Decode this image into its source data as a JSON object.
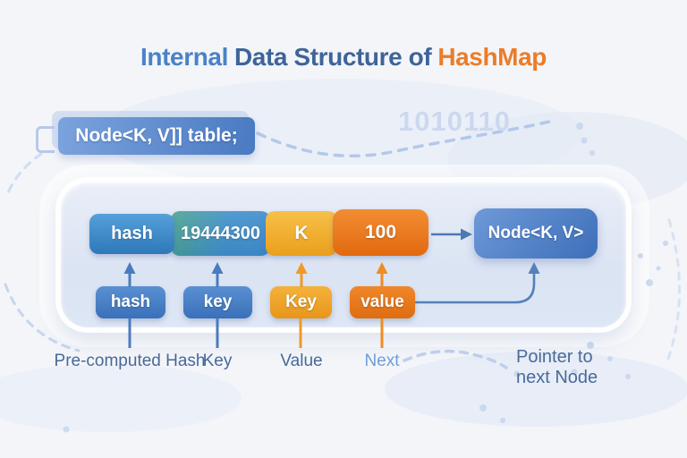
{
  "title": {
    "part1": "Internal",
    "part2": "Data Structure of",
    "part3": "HashMap"
  },
  "declaration_box": {
    "label": "Node<K, V]] table;"
  },
  "watermark": "1010110",
  "node_struct": {
    "fields": [
      {
        "name": "hash",
        "label": "hash",
        "color": "#3f8cc9"
      },
      {
        "name": "hash-value",
        "label": "19444300",
        "color": "#449b9a"
      },
      {
        "name": "key",
        "label": "K",
        "color": "#f0a92c"
      },
      {
        "name": "value",
        "label": "100",
        "color": "#e97a1c"
      }
    ],
    "pointer_target_label": "Node<K, V>"
  },
  "member_boxes": [
    {
      "label": "hash",
      "color": "#4a80c6"
    },
    {
      "label": "key",
      "color": "#4a80c6"
    },
    {
      "label": "Key",
      "color": "#eda227"
    },
    {
      "label": "value",
      "color": "#e8791d"
    }
  ],
  "captions": [
    {
      "label": "Pre-computed Hash"
    },
    {
      "label": "Key"
    },
    {
      "label": "Value"
    },
    {
      "label": "Next"
    }
  ],
  "pointer_caption": "Pointer to next Node",
  "colors": {
    "background": "#f3f5f9",
    "title_blue_light": "#4a82c8",
    "title_blue_dark": "#3e6499",
    "title_orange": "#ec7c28",
    "container_fill": "#dde6f4",
    "container_border": "#ffffff",
    "connector_blue": "#4d79b2",
    "connector_orange": "#ee8c24",
    "caption_text": "#48699a",
    "caption_next_text": "#6f9ed9",
    "watermark_text": "#ccd8ee"
  }
}
